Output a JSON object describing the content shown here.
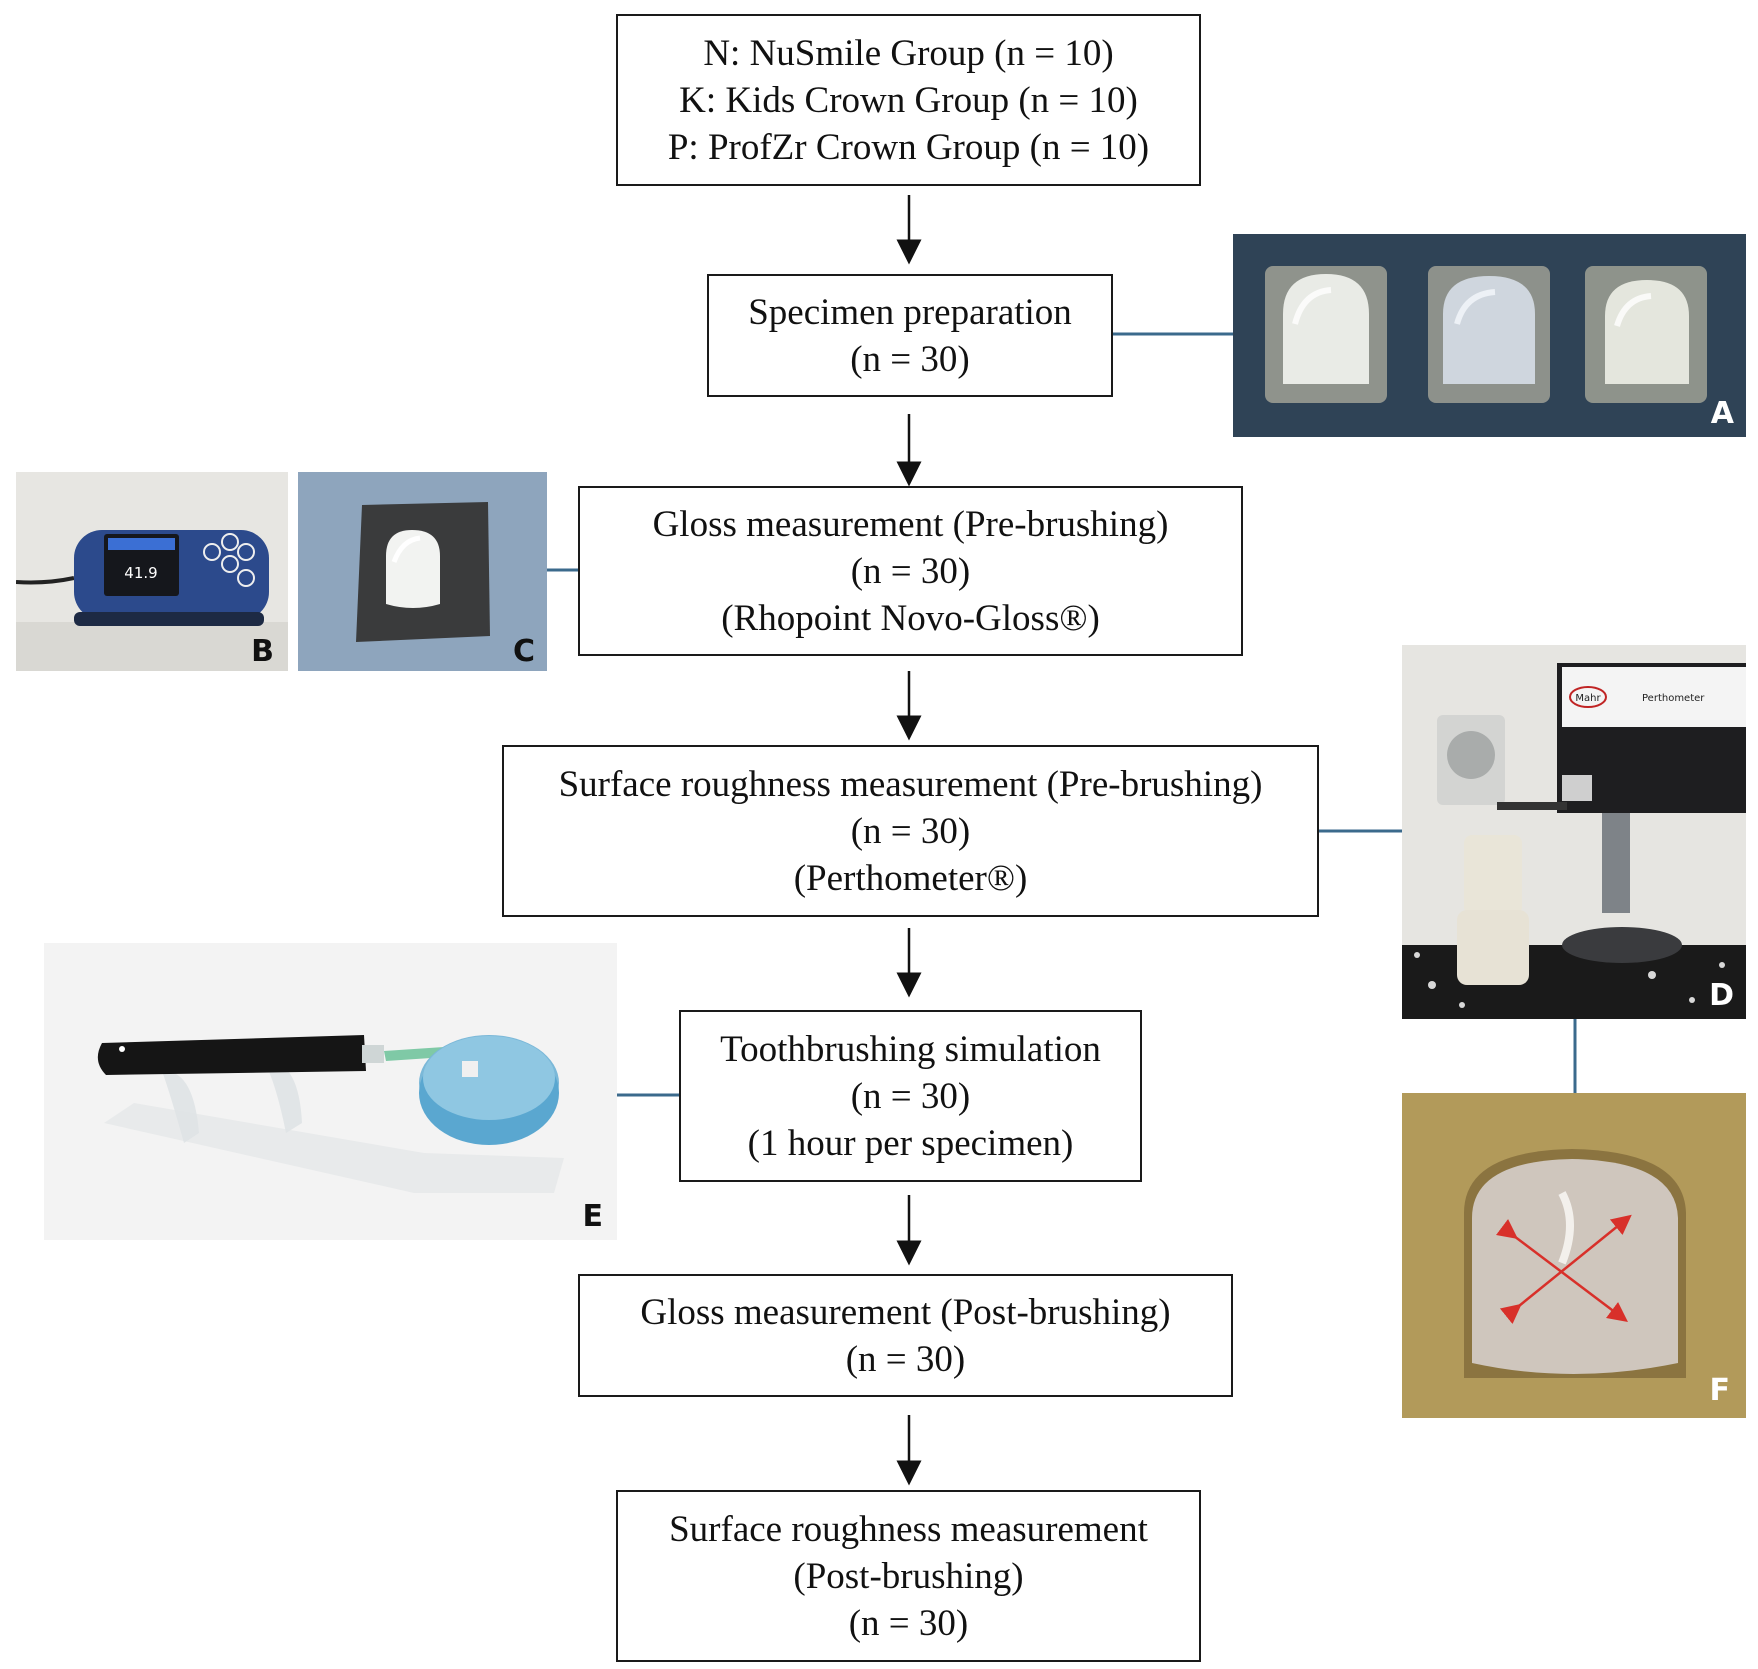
{
  "boxes": {
    "groups": {
      "line1": "N: NuSmile Group (n = 10)",
      "line2": "K: Kids Crown Group (n = 10)",
      "line3": "P: ProfZr Crown Group (n = 10)"
    },
    "specimen": {
      "line1": "Specimen preparation",
      "line2": "(n = 30)"
    },
    "gloss_pre": {
      "line1": "Gloss measurement (Pre-brushing)",
      "line2": "(n = 30)",
      "line3": "(Rhopoint Novo-Gloss®)"
    },
    "rough_pre": {
      "line1": "Surface roughness measurement (Pre-brushing)",
      "line2": "(n = 30)",
      "line3": "(Perthometer®)"
    },
    "brushing": {
      "line1": "Toothbrushing simulation",
      "line2": "(n = 30)",
      "line3": "(1 hour per specimen)"
    },
    "gloss_post": {
      "line1": "Gloss measurement (Post-brushing)",
      "line2": "(n = 30)"
    },
    "rough_post": {
      "line1": "Surface roughness measurement",
      "line2": "(Post-brushing)",
      "line3": "(n = 30)"
    }
  },
  "photos": {
    "a": {
      "label": "A"
    },
    "b": {
      "label": "B",
      "screen_value": "41.9"
    },
    "c": {
      "label": "C"
    },
    "d": {
      "label": "D",
      "brand": "Mahr",
      "device": "Perthometer"
    },
    "e": {
      "label": "E"
    },
    "f": {
      "label": "F"
    }
  },
  "colors": {
    "connector": "#3b6a8c",
    "arrow": "#111111",
    "box_border": "#1a1a1a",
    "measure_arrows": "#d8302a"
  }
}
